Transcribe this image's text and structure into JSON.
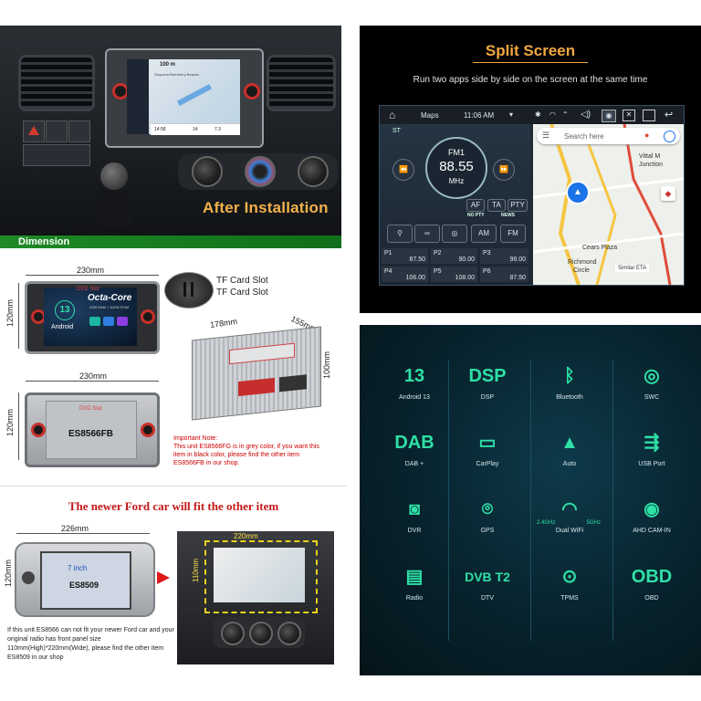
{
  "install": {
    "label": "After Installation",
    "screen_nav_distance": "100 m",
    "screen_street": "Sequana Burnberry Beaves",
    "screen_time": "14:58",
    "screen_speed": "14",
    "screen_dist": "7.3"
  },
  "dimension": {
    "bar_label": "Dimension",
    "front_width": "230mm",
    "front_height": "120mm",
    "tf_slot_1": "TF Card Slot",
    "tf_slot_2": "TF Card Slot",
    "dvd_slot": "DVD Slot",
    "octa": "Octa-Core",
    "ram": "4GB RAM + 64GB ROM",
    "android_num": "13",
    "android_word": "Android",
    "box_depth": "178mm",
    "box_width": "155mm",
    "box_height": "100mm",
    "grey_width": "230mm",
    "grey_height": "120mm",
    "grey_dvd": "DVD Slot",
    "grey_model": "ES8566FB",
    "note_title": "Important Note:",
    "note_body": "This unit ES8566FG is in grey color, if you want this item in black color, please find the other item ES8566FB in our shop."
  },
  "ford": {
    "title": "The newer Ford car will fit the other item",
    "width": "226mm",
    "height": "120mm",
    "screen_size": "7 inch",
    "model": "ES8509",
    "car_width": "220mm",
    "car_height": "110mm",
    "caption": "If this unit ES8566 can not fit your newer Ford car and your original radio has front panel size 110mm(High)*220mm(Wide), please find the other item ES8509 in our shop"
  },
  "split": {
    "title": "Split Screen",
    "subtitle": "Run two apps side by side on the screen at the same time",
    "app_name": "Maps",
    "time": "11:06 AM",
    "st": "ST",
    "band": "FM1",
    "freq": "88.55",
    "unit": "MHz",
    "af": "AF",
    "ta": "TA",
    "pty": "PTY",
    "nopty": "NO PTY",
    "news": "NEWS",
    "am": "AM",
    "fm": "FM",
    "presets": [
      {
        "label": "P1",
        "freq": "87.50"
      },
      {
        "label": "P2",
        "freq": "90.00"
      },
      {
        "label": "P3",
        "freq": "98.00"
      },
      {
        "label": "P4",
        "freq": "106.00"
      },
      {
        "label": "P5",
        "freq": "108.00"
      },
      {
        "label": "P6",
        "freq": "87.50"
      }
    ],
    "search_placeholder": "Search here",
    "map_labels": {
      "vittal": "Vittal M",
      "junction": "Junction",
      "cears": "Cears Plaza",
      "richmond": "Richmond",
      "circle": "Circle",
      "eta": "Similar ETA"
    }
  },
  "features": [
    {
      "icon": "android-13-icon",
      "glyph": "13",
      "label": "Android 13"
    },
    {
      "icon": "dsp-icon",
      "glyph": "DSP",
      "label": "DSP"
    },
    {
      "icon": "bluetooth-icon",
      "glyph": "ᛒ",
      "label": "Bluetooth"
    },
    {
      "icon": "steering-wheel-icon",
      "glyph": "◎",
      "label": "SWC"
    },
    {
      "icon": "dab-icon",
      "glyph": "DAB",
      "label": "DAB +"
    },
    {
      "icon": "carplay-icon",
      "glyph": "▭",
      "label": "CarPlay"
    },
    {
      "icon": "android-auto-icon",
      "glyph": "▲",
      "label": "Auto"
    },
    {
      "icon": "usb-icon",
      "glyph": "⇶",
      "label": "USB Port"
    },
    {
      "icon": "dvr-camera-icon",
      "glyph": "◙",
      "label": "DVR"
    },
    {
      "icon": "gps-pin-icon",
      "glyph": "⌾",
      "label": "GPS"
    },
    {
      "icon": "wifi-icon",
      "glyph": "◠",
      "label": "Dual WiFi",
      "sub1": "2.4GHz",
      "sub2": "5GHz"
    },
    {
      "icon": "webcam-icon",
      "glyph": "◉",
      "label": "AHD CAM-IN"
    },
    {
      "icon": "radio-icon",
      "glyph": "▤",
      "label": "Radio"
    },
    {
      "icon": "dvb-t2-icon",
      "glyph": "DVB T2",
      "label": "DTV"
    },
    {
      "icon": "tpms-icon",
      "glyph": "⊙",
      "label": "TPMS"
    },
    {
      "icon": "obd-icon",
      "glyph": "OBD",
      "label": "OBD"
    }
  ],
  "colors": {
    "accent_orange": "#f2a840",
    "feature_green": "#2ee0a6",
    "ford_red": "#c51717",
    "dimension_green": "#1f8a26"
  }
}
